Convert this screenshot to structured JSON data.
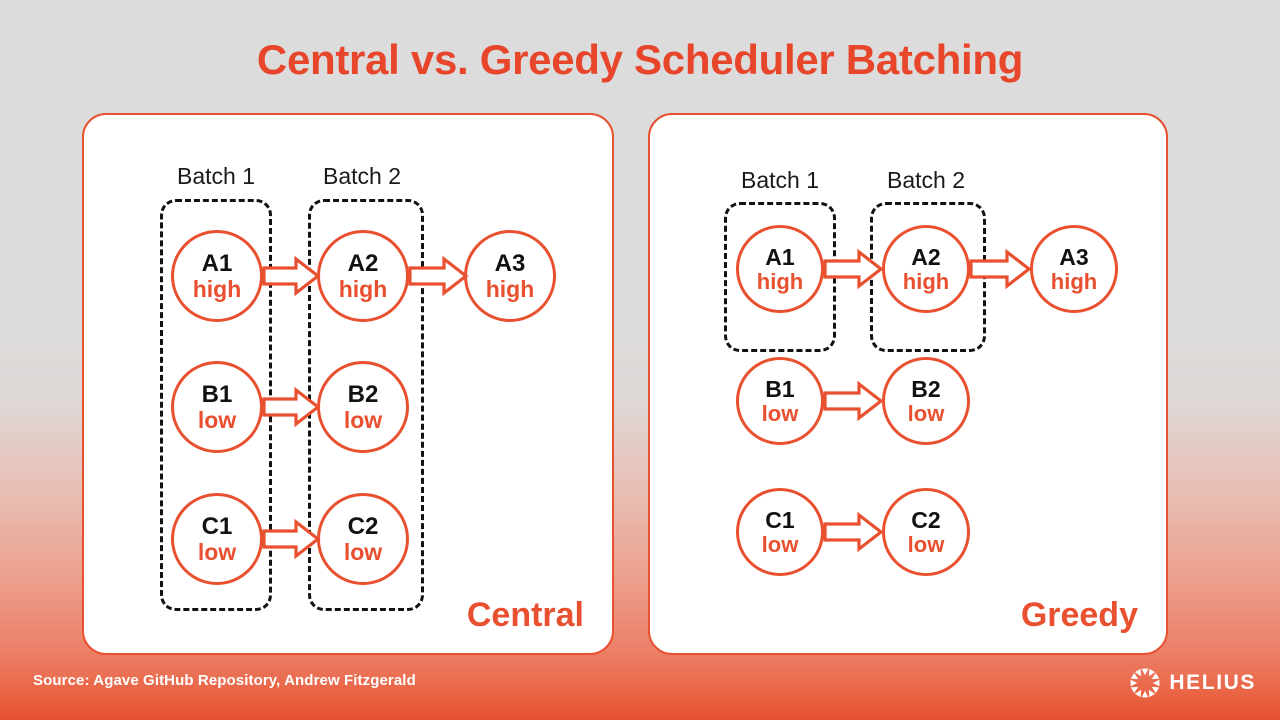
{
  "slide": {
    "title": "Central vs. Greedy Scheduler Batching",
    "accent_color": "#e8502f",
    "background_top_color": "#dcdcdc",
    "background_bottom_color": "#e55131"
  },
  "panels": [
    {
      "key": "central",
      "label": "Central",
      "batches": [
        {
          "label": "Batch 1"
        },
        {
          "label": "Batch 2"
        }
      ],
      "nodes": [
        {
          "id": "A1",
          "priority": "high"
        },
        {
          "id": "A2",
          "priority": "high"
        },
        {
          "id": "A3",
          "priority": "high"
        },
        {
          "id": "B1",
          "priority": "low"
        },
        {
          "id": "B2",
          "priority": "low"
        },
        {
          "id": "C1",
          "priority": "low"
        },
        {
          "id": "C2",
          "priority": "low"
        }
      ]
    },
    {
      "key": "greedy",
      "label": "Greedy",
      "batches": [
        {
          "label": "Batch 1"
        },
        {
          "label": "Batch 2"
        }
      ],
      "nodes": [
        {
          "id": "A1",
          "priority": "high"
        },
        {
          "id": "A2",
          "priority": "high"
        },
        {
          "id": "A3",
          "priority": "high"
        },
        {
          "id": "B1",
          "priority": "low"
        },
        {
          "id": "B2",
          "priority": "low"
        },
        {
          "id": "C1",
          "priority": "low"
        },
        {
          "id": "C2",
          "priority": "low"
        }
      ]
    }
  ],
  "footer": {
    "source": "Source: Agave GitHub Repository, Andrew Fitzgerald",
    "brand": "HELIUS",
    "brand_icon": "helius-sunburst-icon"
  }
}
